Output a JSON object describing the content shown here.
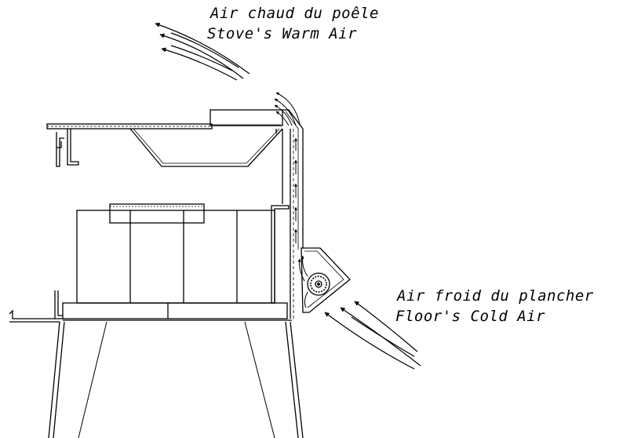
{
  "labels": {
    "warm_air_fr": "Air chaud du poêle",
    "warm_air_en": "Stove's Warm Air",
    "cold_air_fr": "Air froid du plancher",
    "cold_air_en": "Floor's Cold Air"
  },
  "colors": {
    "line": "#000000",
    "background": "#ffffff"
  }
}
